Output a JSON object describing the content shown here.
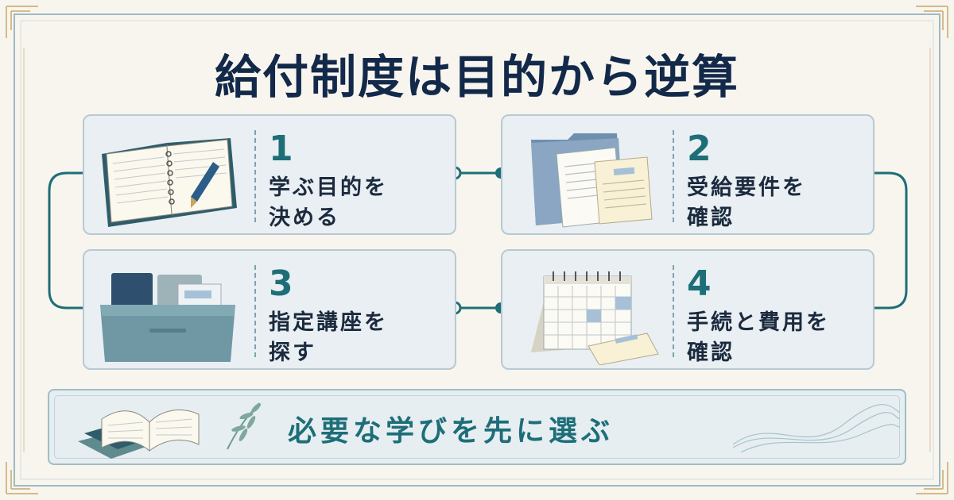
{
  "title": "給付制度は目的から逆算",
  "steps": [
    {
      "number": "1",
      "label": "学ぶ目的を\n決める",
      "icon": "notebook-pen-icon"
    },
    {
      "number": "2",
      "label": "受給要件を\n確認",
      "icon": "folder-documents-icon"
    },
    {
      "number": "3",
      "label": "指定講座を\n探す",
      "icon": "file-box-icon"
    },
    {
      "number": "4",
      "label": "手続と費用を\n確認",
      "icon": "calendar-document-icon"
    }
  ],
  "banner": {
    "text": "必要な学びを先に選ぶ"
  },
  "colors": {
    "navy": "#13294a",
    "teal": "#1d6e78",
    "card_bg": "#e9eff2",
    "page_bg": "#f7f5ee"
  }
}
